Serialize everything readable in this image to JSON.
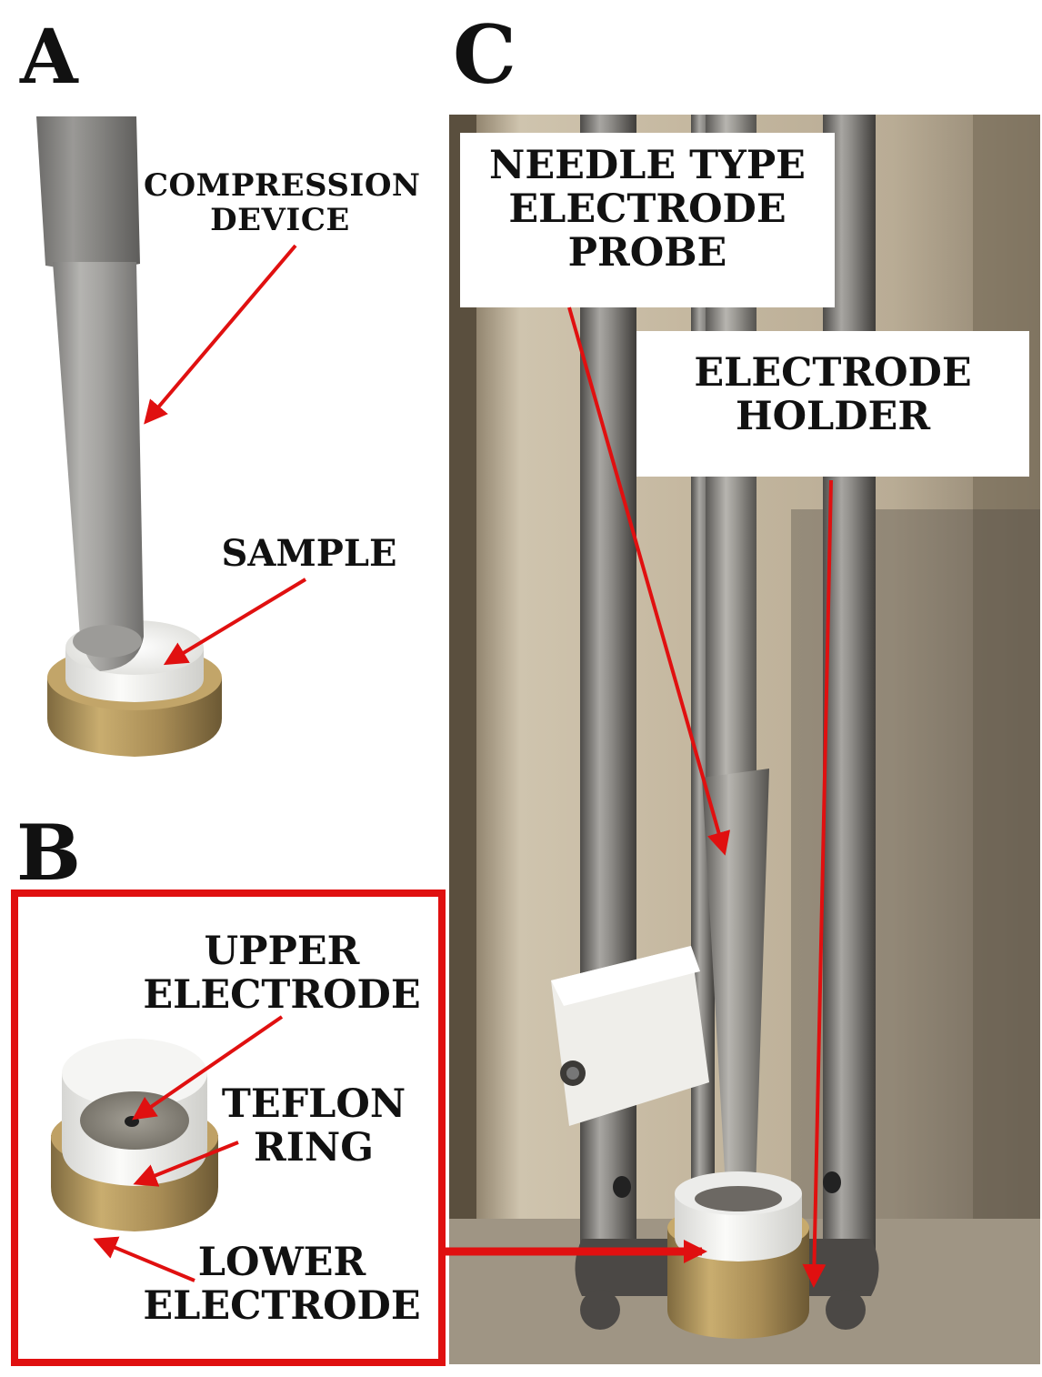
{
  "panels": {
    "a": {
      "letter": "A",
      "compression_device": "COMPRESSION\nDEVICE",
      "sample": "SAMPLE"
    },
    "b": {
      "letter": "B",
      "upper_electrode": "UPPER\nELECTRODE",
      "teflon_ring": "TEFLON\nRING",
      "lower_electrode": "LOWER\nELECTRODE"
    },
    "c": {
      "letter": "C",
      "needle_probe": "NEEDLE TYPE\nELECTRODE\nPROBE",
      "electrode_holder": "ELECTRODE\nHOLDER"
    }
  },
  "colors": {
    "arrow": "#e01010",
    "frame": "#e01010",
    "brass": "#b59457",
    "steel": "#8e8c88",
    "ptfe": "#f4f4f2"
  }
}
